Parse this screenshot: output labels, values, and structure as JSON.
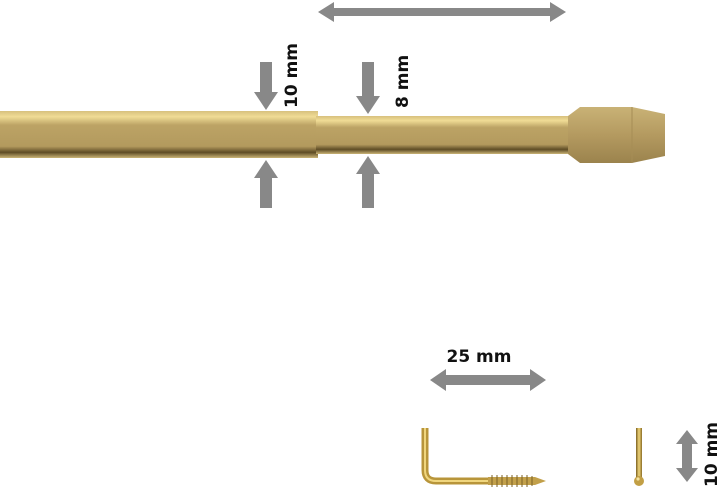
{
  "labels": {
    "rod_outer_diameter": "10 mm",
    "rod_inner_diameter": "8 mm",
    "hook_length": "25 mm",
    "pin_height": "10 mm"
  },
  "colors": {
    "arrow": "#888888",
    "brass": "#b89e60",
    "brass_light": "#e6d08a",
    "brass_dark": "#6f5a2c"
  }
}
